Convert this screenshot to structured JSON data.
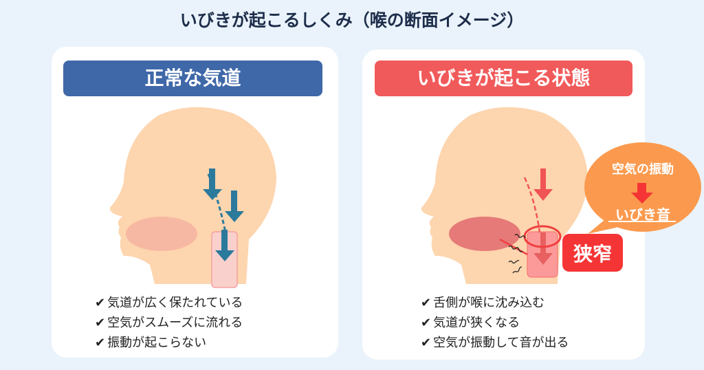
{
  "title": "いびきが起こるしくみ（喉の断面イメージ）",
  "normal": {
    "heading": "正常な気道",
    "points": [
      "気道が広く保たれている",
      "空気がスムーズに流れる",
      "振動が起こらない"
    ]
  },
  "snoring": {
    "heading": "いびきが起こる状態",
    "narrow_label": "狭窄",
    "bubble_top": "空気の振動",
    "bubble_bottom": "いびき音",
    "points": [
      "舌側が喉に沈み込む",
      "気道が狭くなる",
      "空気が振動して音が出る"
    ]
  },
  "colors": {
    "normal_accent": "#3f68a8",
    "snoring_accent": "#f15a5a",
    "skin": "#fdd5ae",
    "blue_arrow": "#2b7a9c",
    "red_arrow": "#f05454",
    "bubble": "#fb9a4e"
  }
}
